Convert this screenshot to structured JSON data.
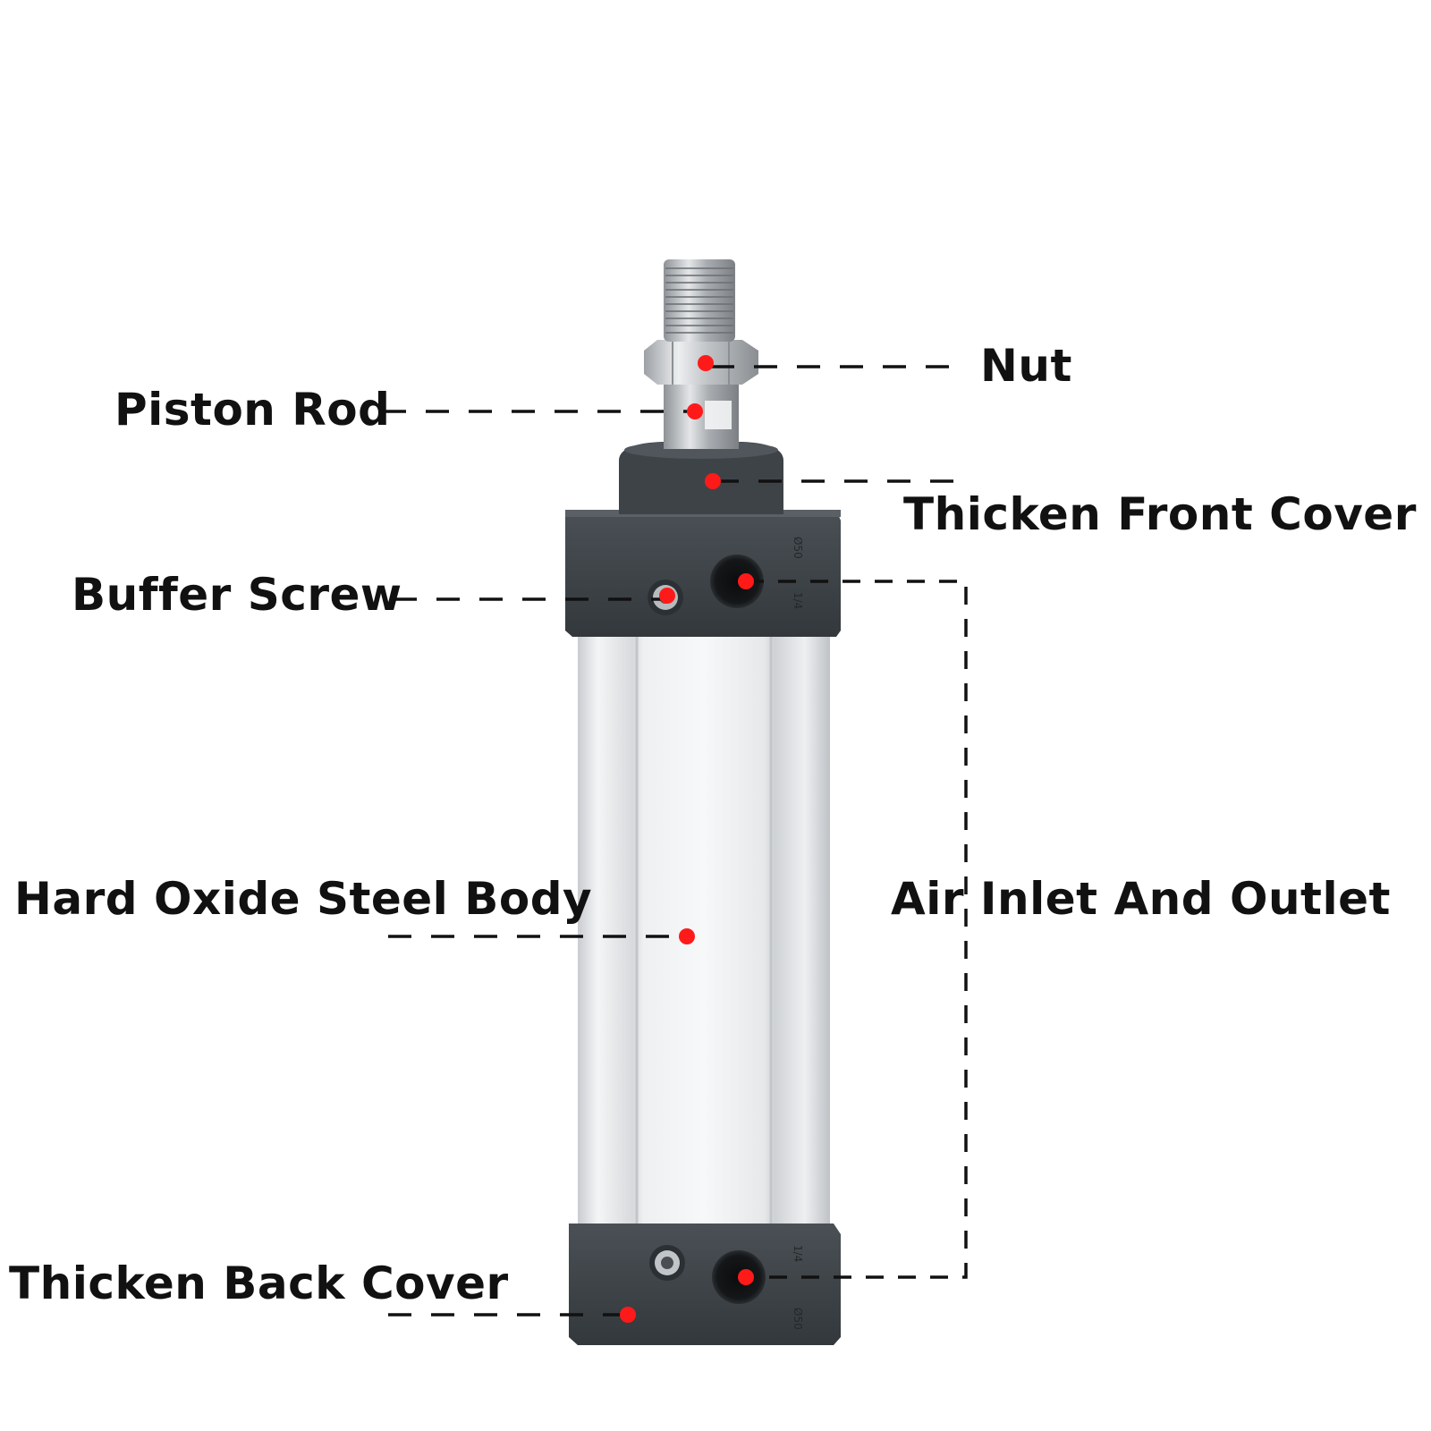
{
  "labels": {
    "nut": "Nut",
    "piston_rod": "Piston Rod",
    "front_cover": "Thicken Front Cover",
    "buffer_screw": "Buffer Screw",
    "steel_body": "Hard Oxide Steel Body",
    "air_port": "Air Inlet And Outlet",
    "back_cover": "Thicken Back Cover"
  },
  "colors": {
    "background": "#ffffff",
    "marker": "#ff1a1a",
    "leader_line": "#111111",
    "cover": "#3a3f44",
    "barrel": "#e6e8ea",
    "rod": "#b9bcbf"
  },
  "icons": {
    "marker": "red-dot",
    "port": "air-port-hole",
    "screw": "buffer-screw-head"
  }
}
